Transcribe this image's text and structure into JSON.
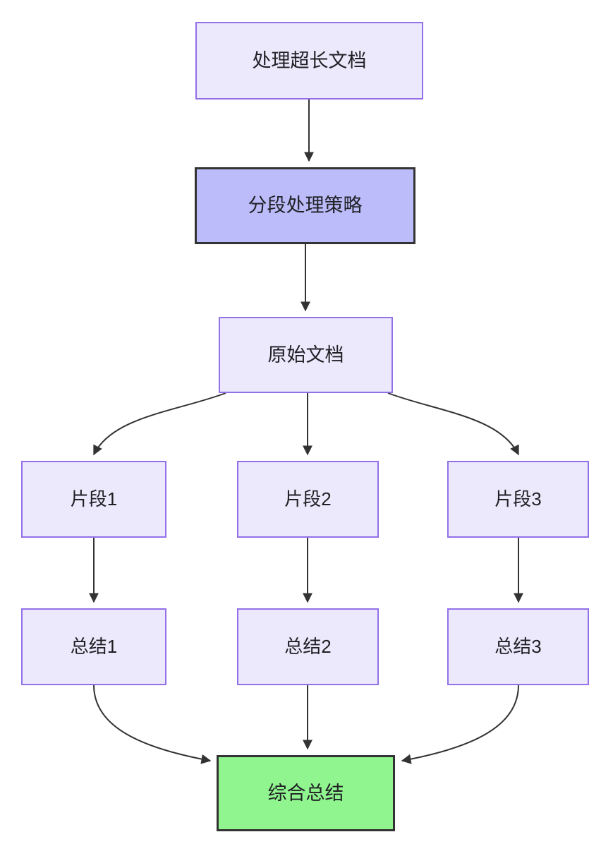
{
  "diagram": {
    "title": "",
    "type": "flowchart",
    "direction": "top-down",
    "background_color": "#ffffff",
    "styles": {
      "default_fill": "#ece9fc",
      "default_stroke": "#9370e8",
      "highlight_fill": "#bcbcfa",
      "highlight_stroke": "#333333",
      "final_fill": "#90f58f",
      "final_stroke": "#333333",
      "edge_color": "#333333",
      "text_color": "#1f2024"
    },
    "nodes": [
      {
        "id": "n1",
        "label": "处理超长文档",
        "style": "default"
      },
      {
        "id": "n2",
        "label": "分段处理策略",
        "style": "highlight"
      },
      {
        "id": "n3",
        "label": "原始文档",
        "style": "default"
      },
      {
        "id": "n4",
        "label": "片段1",
        "style": "default"
      },
      {
        "id": "n5",
        "label": "片段2",
        "style": "default"
      },
      {
        "id": "n6",
        "label": "片段3",
        "style": "default"
      },
      {
        "id": "n7",
        "label": "总结1",
        "style": "default"
      },
      {
        "id": "n8",
        "label": "总结2",
        "style": "default"
      },
      {
        "id": "n9",
        "label": "总结3",
        "style": "default"
      },
      {
        "id": "n10",
        "label": "综合总结",
        "style": "final"
      }
    ],
    "edges": [
      {
        "from": "n1",
        "to": "n2",
        "shape": "straight"
      },
      {
        "from": "n2",
        "to": "n3",
        "shape": "straight"
      },
      {
        "from": "n3",
        "to": "n4",
        "shape": "curved"
      },
      {
        "from": "n3",
        "to": "n5",
        "shape": "straight"
      },
      {
        "from": "n3",
        "to": "n6",
        "shape": "curved"
      },
      {
        "from": "n4",
        "to": "n7",
        "shape": "straight"
      },
      {
        "from": "n5",
        "to": "n8",
        "shape": "straight"
      },
      {
        "from": "n6",
        "to": "n9",
        "shape": "straight"
      },
      {
        "from": "n7",
        "to": "n10",
        "shape": "curved"
      },
      {
        "from": "n8",
        "to": "n10",
        "shape": "straight"
      },
      {
        "from": "n9",
        "to": "n10",
        "shape": "curved"
      }
    ]
  }
}
